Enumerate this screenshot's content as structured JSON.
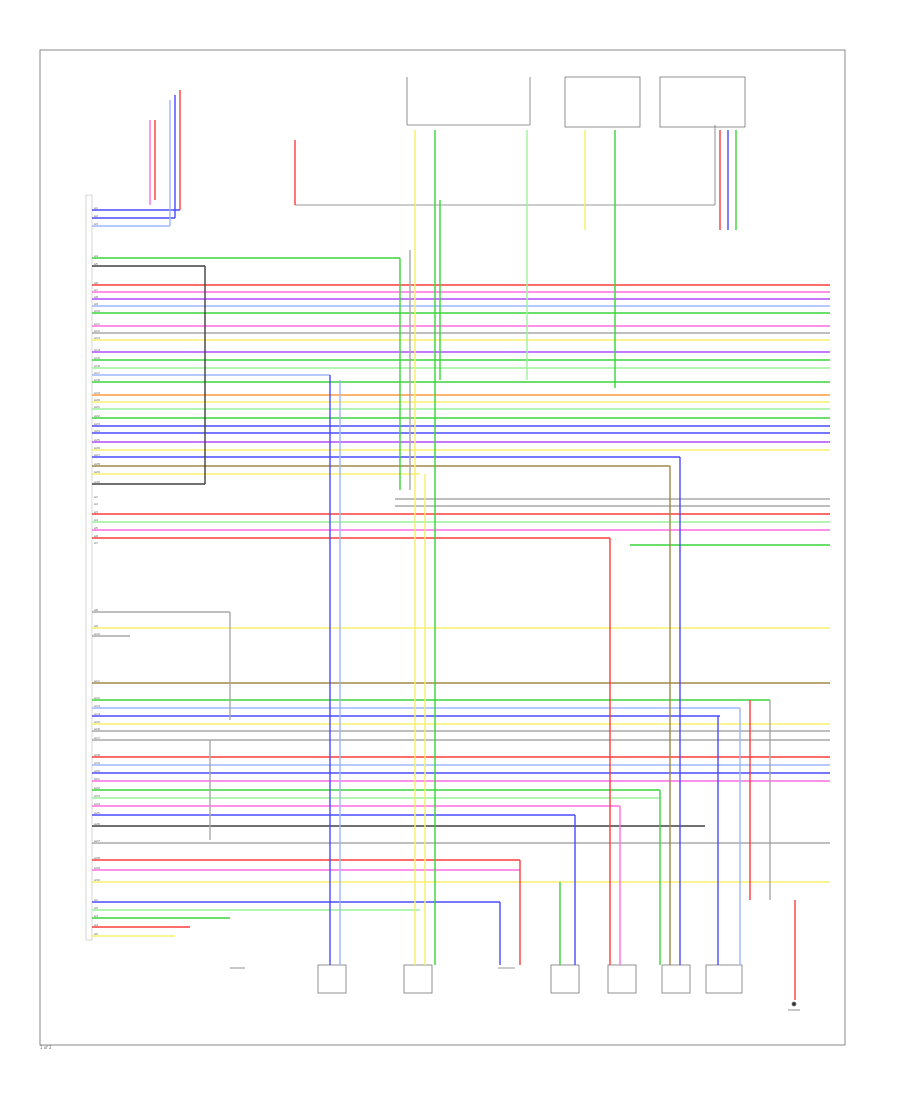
{
  "diagram": {
    "page_number": "1 of 2",
    "connector_ids": [
      "A1",
      "A2",
      "A3",
      "A4",
      "A5",
      "A6",
      "A7",
      "A8",
      "A9",
      "A10",
      "A11",
      "A12",
      "A13",
      "A14",
      "A15",
      "A16",
      "A17",
      "A18",
      "A19",
      "A20",
      "A21",
      "A22",
      "A23",
      "A24",
      "A25",
      "A26",
      "A27",
      "A28",
      "A29",
      "A30"
    ],
    "wire_colors": {
      "RED": "#ff3b3b",
      "BLU": "#4a4aff",
      "GRN": "#3ad43a",
      "YEL": "#f5f06a",
      "BRN": "#a0884a",
      "BLK": "#404040",
      "GRY": "#a8a8a8",
      "PNK": "#ff6ee0",
      "VIO": "#b04cff",
      "ORN": "#ff9a3c",
      "LTGRN": "#9cf29c",
      "LTBLU": "#9db7ff"
    }
  }
}
